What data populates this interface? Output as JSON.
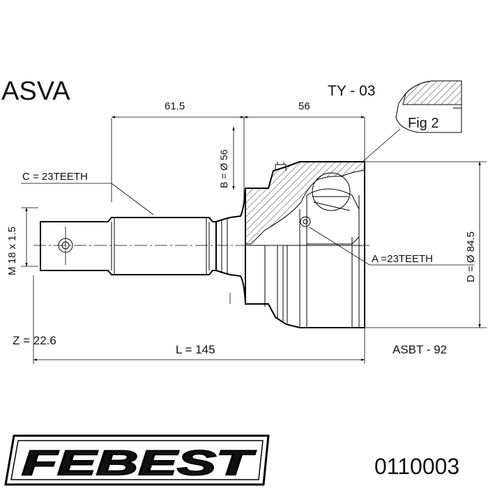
{
  "header": {
    "brand_left": "ASVA",
    "model_code": "TY - 03",
    "fig_label": "Fig 2"
  },
  "dimensions": {
    "top_left": "61.5",
    "top_right": "56",
    "bore": "B = Ø 56",
    "outer_teeth": "C = 23TEETH",
    "thread": "M 18 x 1.5",
    "inner_teeth": "A =23TEETH",
    "outer_diameter": "D = Ø 84.5",
    "z_value": "Z = 22.6",
    "length": "L = 145",
    "part_asbt": "ASBT - 92"
  },
  "footer": {
    "brand_logo": "FEBEST",
    "part_number": "0110003"
  },
  "colors": {
    "line": "#000000",
    "text": "#111111",
    "background": "#ffffff"
  }
}
